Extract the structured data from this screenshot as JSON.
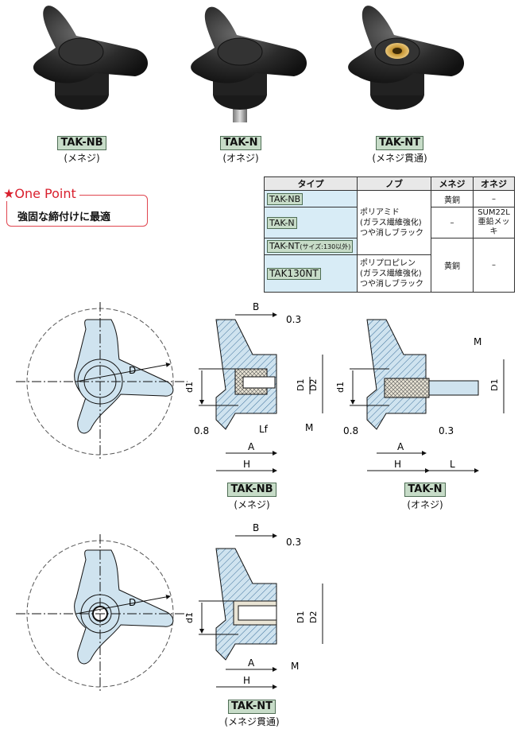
{
  "products": [
    {
      "code": "TAK-NB",
      "sub": "(メネジ)"
    },
    {
      "code": "TAK-N",
      "sub": "(オネジ)"
    },
    {
      "code": "TAK-NT",
      "sub": "(メネジ貫通)"
    }
  ],
  "one_point": {
    "title": "★One Point",
    "text": "強固な締付けに最適"
  },
  "table": {
    "headers": [
      "タイプ",
      "ノブ",
      "メネジ",
      "オネジ"
    ],
    "types": [
      "TAK-NB",
      "TAK-N",
      "TAK-NT",
      "TAK130NT"
    ],
    "tak_nt_note": "(サイズ:130以外)",
    "knob_a": [
      "ポリアミド",
      "(ガラス繊維強化)",
      "つや消しブラック"
    ],
    "knob_b": [
      "ポリプロピレン",
      "(ガラス繊維強化)",
      "つや消しブラック"
    ],
    "female_row1": "黄銅",
    "male_row1": "–",
    "female_row2": "–",
    "male_row2": [
      "SUM22L",
      "亜鉛メッキ"
    ],
    "female_row3": "黄銅",
    "male_row3": "–"
  },
  "dims": {
    "B": "B",
    "gap": "0.3",
    "D": "D",
    "d1": "d1",
    "D1": "D1",
    "D2": "D2",
    "chamfer": "0.8",
    "A": "A",
    "H": "H",
    "Lf": "Lf",
    "M": "M",
    "L": "L"
  },
  "drawing_captions": [
    {
      "code": "TAK-NB",
      "sub": "(メネジ)"
    },
    {
      "code": "TAK-N",
      "sub": "(オネジ)"
    },
    {
      "code": "TAK-NT",
      "sub": "(メネジ貫通)"
    }
  ]
}
